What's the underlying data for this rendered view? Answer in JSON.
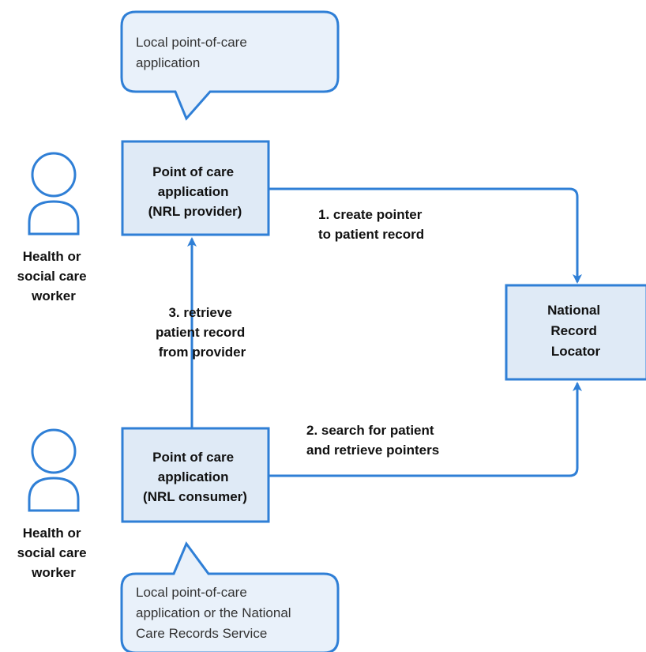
{
  "colors": {
    "stroke": "#2f7fd6",
    "box_fill": "#dfeaf6",
    "callout_fill": "#e9f1fa",
    "text": "#111111"
  },
  "callouts": {
    "top": [
      "Local point-of-care",
      "application"
    ],
    "bottom": [
      "Local point-of-care",
      "application or the National",
      "Care Records Service"
    ]
  },
  "boxes": {
    "provider": [
      "Point of care",
      "application",
      "(NRL provider)"
    ],
    "consumer": [
      "Point of care",
      "application",
      "(NRL consumer)"
    ],
    "nrl": [
      "National",
      "Record",
      "Locator"
    ]
  },
  "actors": {
    "top": {
      "icon": "person-icon",
      "label": [
        "Health or",
        "social care",
        "worker"
      ]
    },
    "bottom": {
      "icon": "person-icon",
      "label": [
        "Health or",
        "social care",
        "worker"
      ]
    }
  },
  "edges": {
    "create": [
      "1. create pointer",
      "to patient record"
    ],
    "search": [
      "2. search for patient",
      "and retrieve pointers"
    ],
    "retrieve": [
      "3. retrieve",
      "patient record",
      "from provider"
    ]
  }
}
